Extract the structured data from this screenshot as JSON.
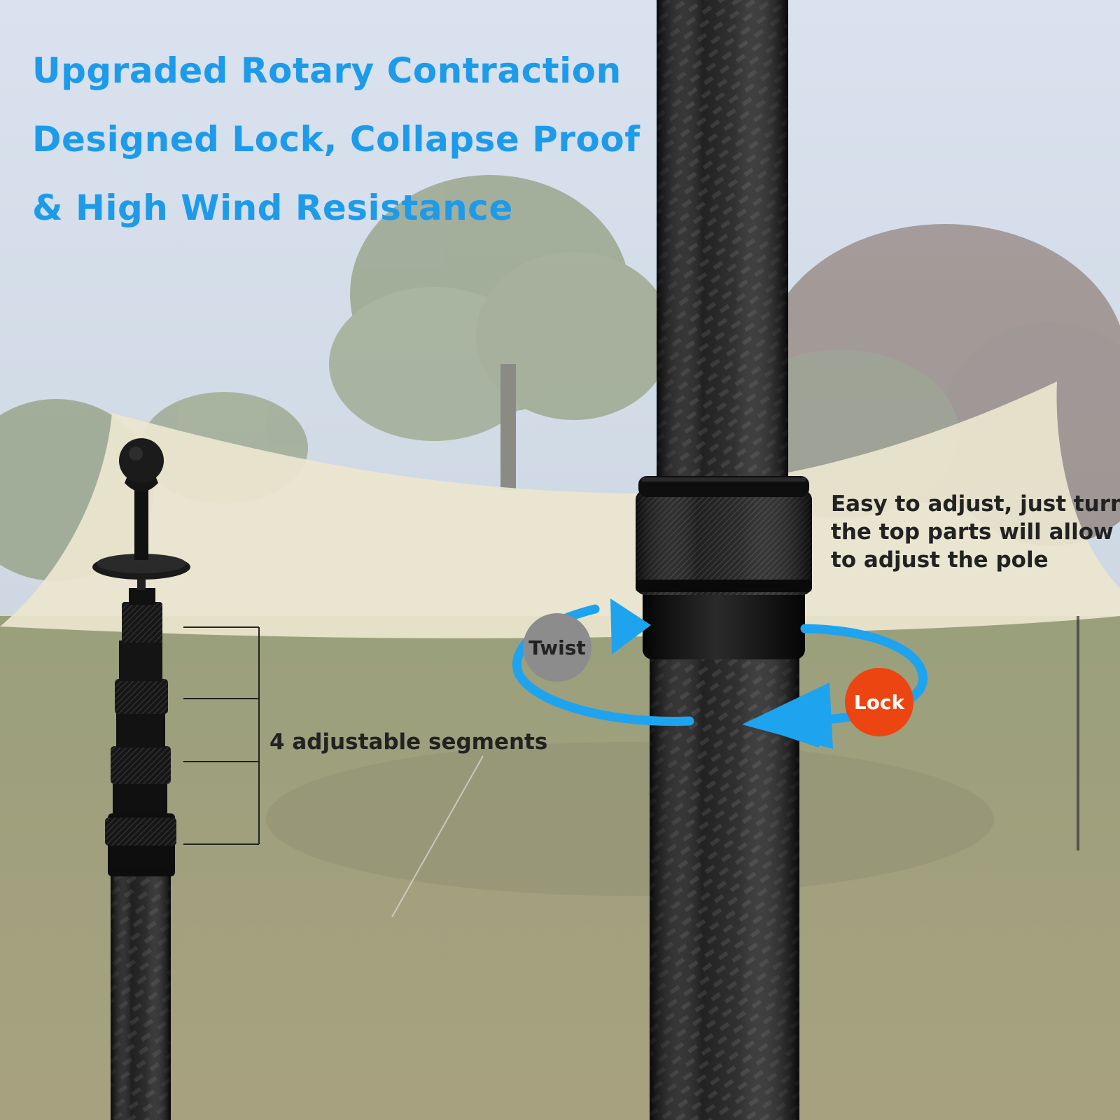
{
  "headline": {
    "line1": "Upgraded Rotary Contraction",
    "line2": "Designed Lock, Collapse Proof",
    "line3": "& High Wind Resistance",
    "color": "#1d9bea"
  },
  "callouts": {
    "adjust_line1": "Easy to adjust, just turn",
    "adjust_line2": "the top parts will allow",
    "adjust_line3": "to adjust the pole",
    "segments": "4 adjustable segments"
  },
  "badges": {
    "twist": "Twist",
    "lock": "Lock"
  },
  "colors": {
    "arrow": "#1ea3ef",
    "twist_badge": "#8c8c8c",
    "lock_badge": "#ec4512",
    "tarp": "#ece6cf",
    "pole": "#1a1a1a"
  }
}
